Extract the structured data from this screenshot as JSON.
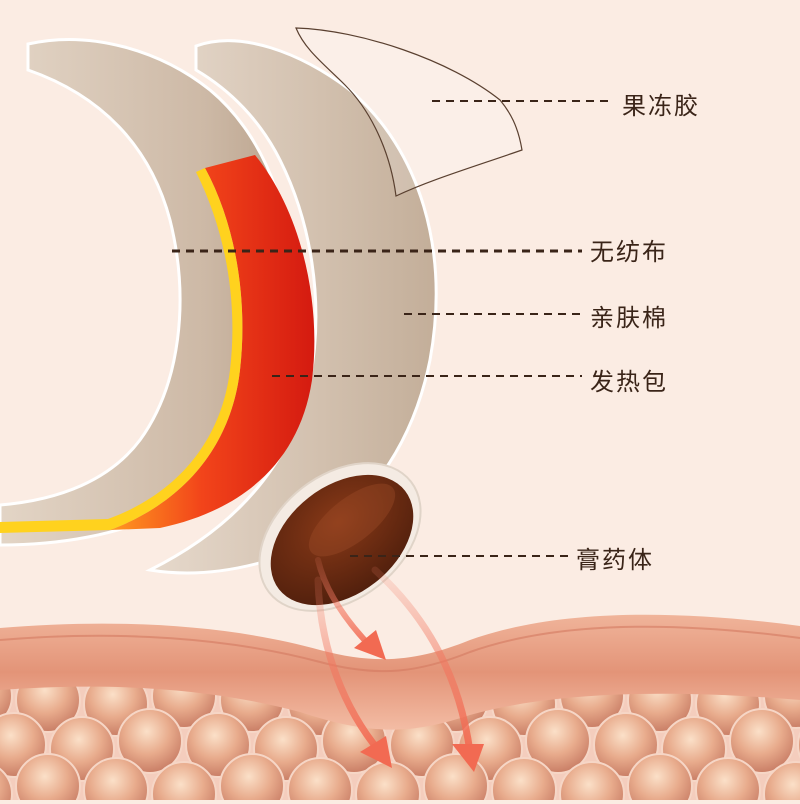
{
  "labels": {
    "jelly_gel": "果冻胶",
    "non_woven": "无纺布",
    "skin_cotton": "亲肤棉",
    "heat_pack": "发热包",
    "plaster_body": "膏药体"
  },
  "colors": {
    "background": "#fbece3",
    "pad_beige": "#d3c1b1",
    "pad_edge": "#ffffff",
    "heat_red": "#e82a10",
    "heat_orange": "#ff7a1a",
    "heat_yellow": "#ffd21e",
    "plaster_brown": "#6a2c14",
    "skin_tone": "#e8a68a",
    "cell_tone": "#d99a82",
    "arrow": "#f2806a",
    "leader_line": "#3a2418"
  }
}
